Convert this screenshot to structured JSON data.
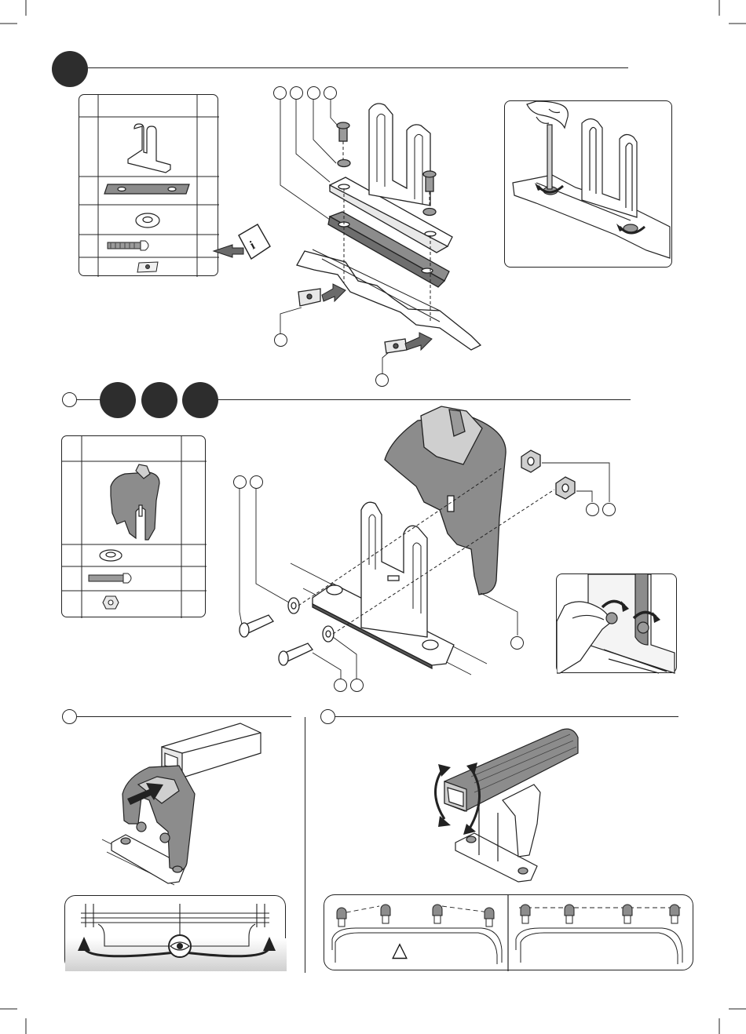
{
  "page": {
    "background": "#ffffff",
    "ink": "#222222",
    "badge_fill": "#2d2d2d",
    "part_fill": "#8c8c8c",
    "part_dark": "#555555",
    "arrow_fill": "#6a6a6a"
  },
  "sections": [
    {
      "id": "step-1",
      "kind": "filled-badge-with-rule"
    },
    {
      "id": "step-2",
      "kind": "ring-plus-three-filled-badges"
    },
    {
      "id": "step-3",
      "kind": "ring-with-rule"
    },
    {
      "id": "step-4",
      "kind": "ring-with-rule"
    }
  ],
  "warning_symbol": "△",
  "icons": [
    "info-manual-icon",
    "eye-icon",
    "rotate-arrow-icon",
    "push-arrow-icon",
    "screwdriver-icon"
  ]
}
